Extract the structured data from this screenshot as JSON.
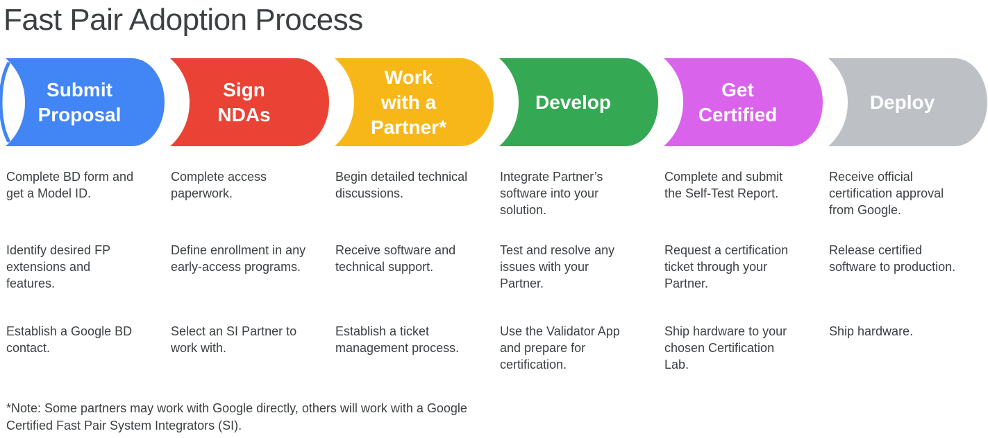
{
  "title": "Fast Pair Adoption Process",
  "text_color": "#3C4043",
  "steps": [
    {
      "label": "Submit\nProposal",
      "color": "#4285F4",
      "items": [
        "Complete BD form and get a Model ID.",
        "Identify desired FP extensions and features.",
        "Establish a Google BD contact."
      ]
    },
    {
      "label": "Sign\nNDAs",
      "color": "#EA4335",
      "items": [
        "Complete access paperwork.",
        "Define enrollment in any early-access programs.",
        "Select an SI Partner to work with."
      ]
    },
    {
      "label": "Work\nwith a\nPartner*",
      "color": "#F8B719",
      "items": [
        "Begin detailed technical discussions.",
        "Receive software and technical support.",
        "Establish a ticket management process."
      ]
    },
    {
      "label": "Develop",
      "color": "#34A853",
      "items": [
        "Integrate Partner’s software into your solution.",
        "Test and resolve any issues with your Partner.",
        "Use the Validator App and prepare for certification."
      ]
    },
    {
      "label": "Get\nCertified",
      "color": "#D963EB",
      "items": [
        "Complete and submit the Self-Test Report.",
        "Request a certification ticket through your Partner.",
        "Ship hardware to your chosen Certification Lab."
      ]
    },
    {
      "label": "Deploy",
      "color": "#BDC1C6",
      "items": [
        "Receive official certification approval from Google.",
        "Release certified software to production.",
        "Ship hardware."
      ]
    }
  ],
  "note": "*Note: Some partners may work with Google directly, others will work with a Google Certified Fast Pair System Integrators (SI)."
}
